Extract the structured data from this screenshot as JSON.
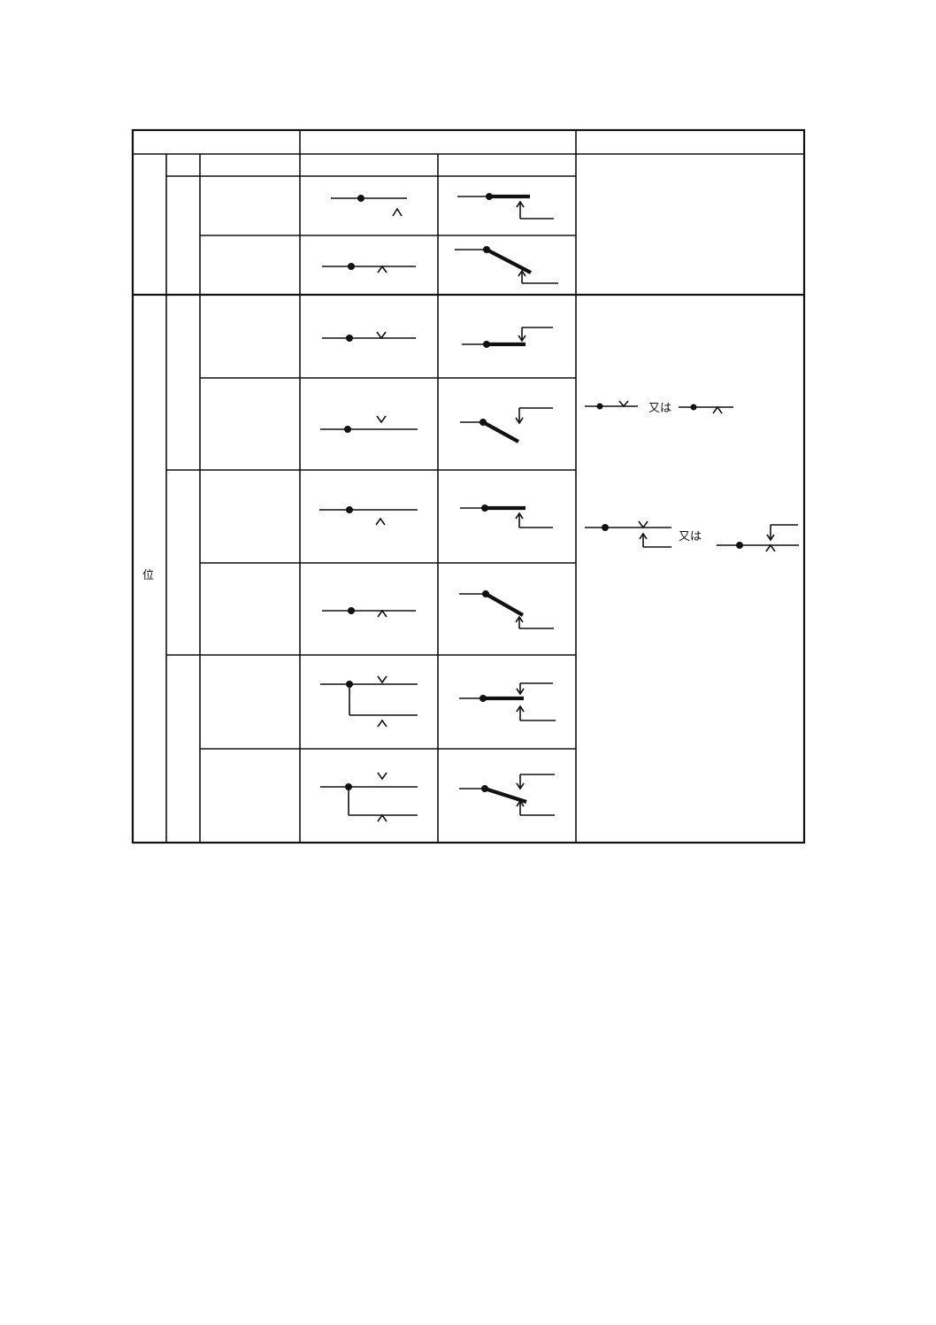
{
  "table": {
    "position_label": "位",
    "legend_or_label_1": "又は",
    "legend_or_label_2": "又は"
  }
}
